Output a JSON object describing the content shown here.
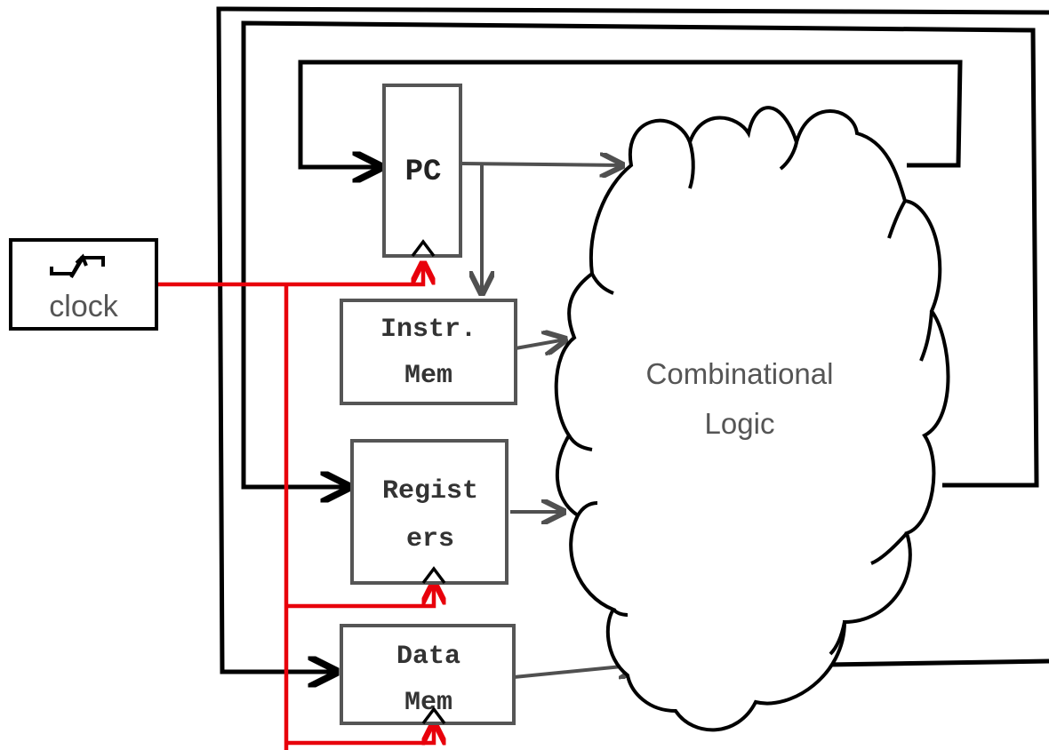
{
  "blocks": {
    "clock": "clock",
    "pc": "PC",
    "instr_mem": [
      "Instr.",
      "Mem"
    ],
    "registers": [
      "Regist",
      "ers"
    ],
    "data_mem": [
      "Data",
      "Mem"
    ]
  },
  "cloud": {
    "label": [
      "Combinational",
      "Logic"
    ]
  },
  "colors": {
    "wire_feedback": "#000000",
    "wire_data": "#505050",
    "clock_wire": "#e8000b",
    "block_border": "#555555",
    "cloud_text": "#555555"
  }
}
